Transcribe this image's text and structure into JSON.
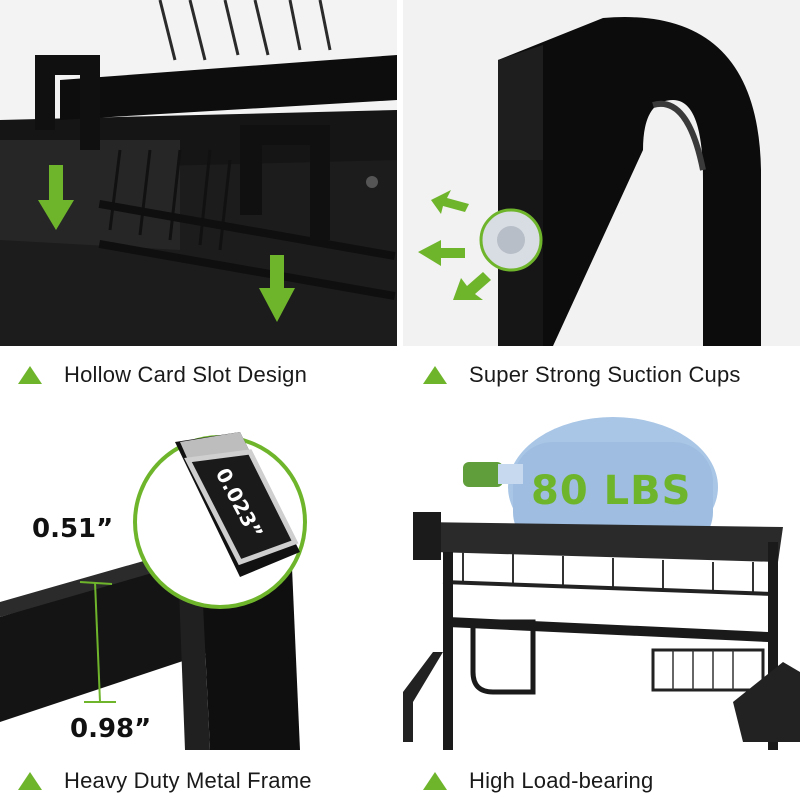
{
  "panels": {
    "top_left": {
      "caption": "Hollow Card Slot Design"
    },
    "top_right": {
      "caption": "Super Strong Suction Cups"
    },
    "bottom_left": {
      "caption": "Heavy Duty Metal Frame",
      "dim_width": "0.51”",
      "dim_height": "0.98”",
      "wall_thickness": "0.023”"
    },
    "bottom_right": {
      "caption": "High Load-bearing",
      "load": "80 LBS"
    }
  },
  "colors": {
    "accent_green": "#6fb52c",
    "frame_black": "#1b1b1b"
  },
  "icons": {
    "caption_marker": "triangle-up-icon",
    "arrow": "arrow-icon"
  }
}
